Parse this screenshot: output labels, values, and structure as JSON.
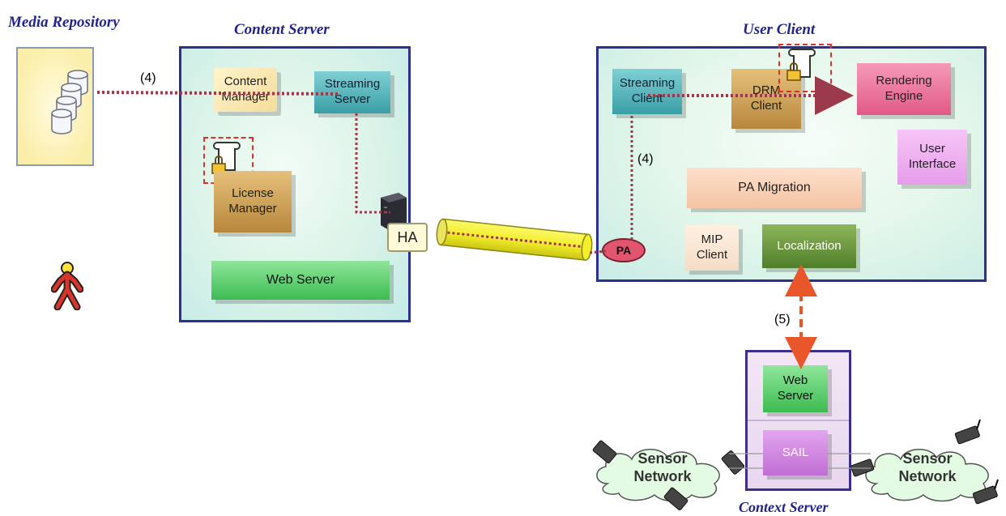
{
  "titles": {
    "media_repository": "Media Repository",
    "content_server": "Content Server",
    "user_client": "User Client",
    "context_server": "Context Server"
  },
  "content_server": {
    "content_manager": "Content\nManager",
    "streaming_server": "Streaming\nServer",
    "license_manager": "License\nManager",
    "web_server": "Web Server",
    "ha": "HA"
  },
  "user_client": {
    "streaming_client": "Streaming\nClient",
    "drm_client": "DRM\nClient",
    "rendering_engine": "Rendering\nEngine",
    "user_interface": "User\nInterface",
    "pa_migration": "PA Migration",
    "mip_client": "MIP\nClient",
    "localization": "Localization",
    "pa": "PA"
  },
  "context_server": {
    "web_server": "Web\nServer",
    "sail": "SAIL"
  },
  "clouds": {
    "left": "Sensor\nNetwork",
    "right": "Sensor\nNetwork"
  },
  "step_labels": {
    "repo_to_streaming": "(4)",
    "streaming_client_to_pa": "(4)",
    "localization_to_context": "(5)"
  },
  "colors": {
    "panel_border": "#2f2f8f",
    "dotted_link": "#9a3a4a",
    "tunnel": "#f3ef2a",
    "context_arrow": "#e8562a",
    "lock_highlight": "#d9342b",
    "person": "#d9342b"
  },
  "icons": {
    "repository": "database-cylinders-icon",
    "server": "server-tower-icon",
    "license": "scroll-lock-icon",
    "user": "person-icon",
    "sensor": "sensor-node-icon"
  }
}
